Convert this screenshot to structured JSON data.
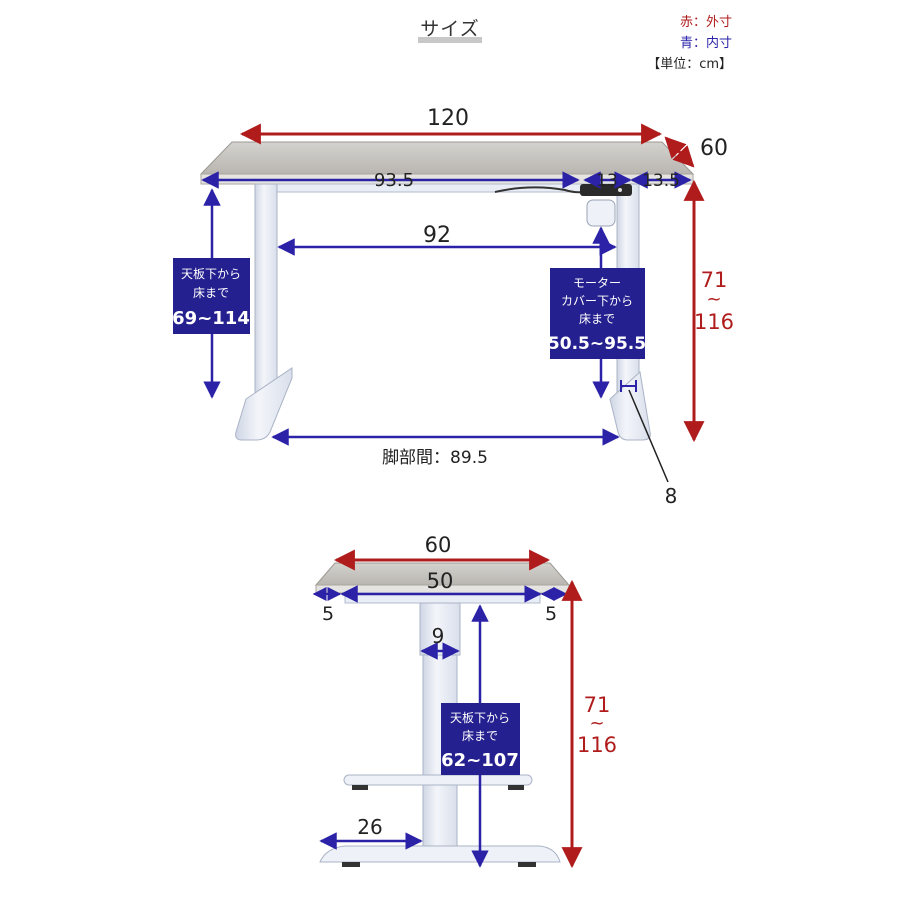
{
  "title": "サイズ",
  "legend": {
    "outer": "赤：外寸",
    "inner": "青：内寸",
    "unit": "【単位：cm】"
  },
  "colors": {
    "outer_dim": "#b01c1c",
    "inner_dim": "#2b22a8",
    "label_box": "#25208f",
    "frame": "#e4e9f3",
    "frame_edge": "#aab3c6",
    "top_wood": "#c9c7c3"
  },
  "front_view": {
    "width_outer": "120",
    "depth_outer": "60",
    "height_outer_min": "71",
    "height_sep": "~",
    "height_outer_max": "116",
    "top_span": "93.5",
    "controller_width": "13",
    "right_margin": "13.5",
    "between_legs_top": "92",
    "between_feet": "脚部間：89.5",
    "foot_height": "8",
    "under_top_label": {
      "line1": "天板下から",
      "line2": "床まで",
      "value": "69~114"
    },
    "under_motor_label": {
      "line1": "モーター",
      "line2": "カバー下から",
      "line3": "床まで",
      "value": "50.5~95.5"
    }
  },
  "side_view": {
    "depth_outer": "60",
    "frame_depth": "50",
    "left_margin": "5",
    "right_margin": "5",
    "column_width": "9",
    "foot_offset": "26",
    "height_outer_min": "71",
    "height_sep": "~",
    "height_outer_max": "116",
    "under_top_label": {
      "line1": "天板下から",
      "line2": "床まで",
      "value": "62~107"
    }
  }
}
